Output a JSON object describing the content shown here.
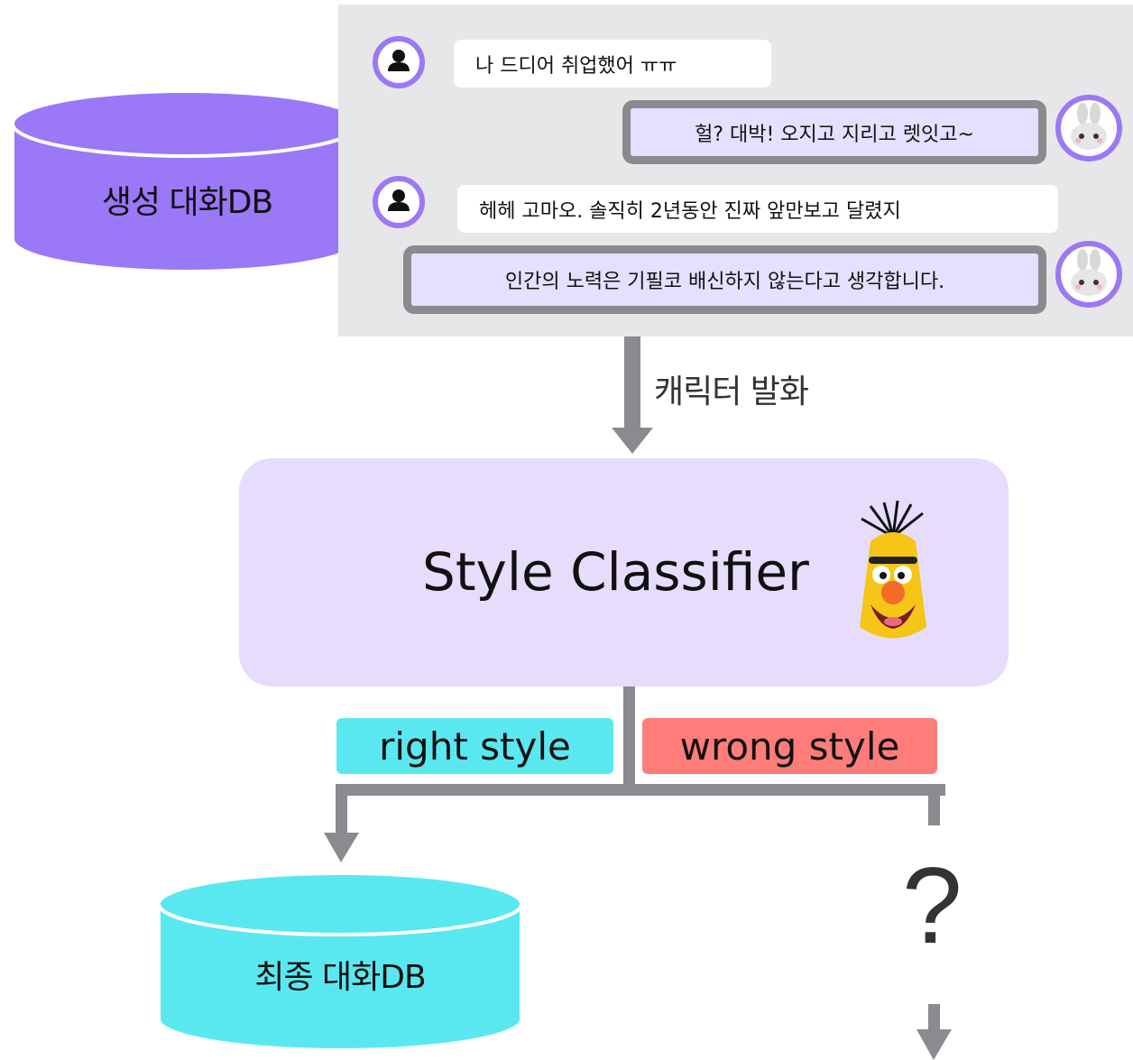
{
  "source_db": {
    "label": "생성 대화DB",
    "color": "#9b78f7"
  },
  "chat": {
    "messages": [
      {
        "speaker": "user",
        "text": "나 드디어 취업했어 ㅠㅠ"
      },
      {
        "speaker": "character",
        "text": "헐? 대박! 오지고 지리고 렛잇고~"
      },
      {
        "speaker": "user",
        "text": "헤헤 고마오. 솔직히 2년동안 진짜 앞만보고 달렸지"
      },
      {
        "speaker": "character",
        "text": "인간의 노력은 기필코 배신하지 않는다고 생각합니다."
      }
    ],
    "user_icon": "person-icon",
    "character_icon": "bunny-face-icon"
  },
  "edge_label": "캐릭터 발화",
  "classifier": {
    "label": "Style Classifier",
    "icon": "bert-puppet-icon",
    "color": "#e6ddfd"
  },
  "branches": {
    "right": {
      "label": "right style",
      "color": "#5ae8f0"
    },
    "wrong": {
      "label": "wrong style",
      "color": "#fe7d7b"
    }
  },
  "final_db": {
    "label": "최종 대화DB",
    "color": "#5ae8f0"
  },
  "unknown_outcome": "?",
  "colors": {
    "arrow": "#8a8b8f",
    "chat_bg": "#e7e7e9",
    "avatar_ring": "#9c78f4",
    "char_bubble": "#e6dfff"
  }
}
